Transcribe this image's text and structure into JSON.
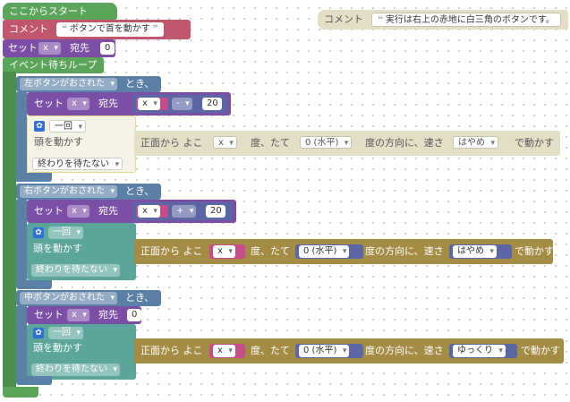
{
  "start_label": "ここからスタート",
  "comment_block": {
    "label": "コメント",
    "text": "ボタンで首を動かす"
  },
  "set_block": {
    "set": "セット",
    "var": "x",
    "to": "宛先",
    "value": "0"
  },
  "loop_label": "イベント待ちループ",
  "top_comment": {
    "label": "コメント",
    "text": "実行は右上の赤地に白三角のボタンです。"
  },
  "handlers": [
    {
      "event": "左ボタンがおされた",
      "when": "とき、",
      "set": "セット",
      "var": "x",
      "to": "宛先",
      "expr": {
        "var": "x",
        "op": "-",
        "num": "20"
      },
      "repeat": "一回",
      "action": "頭を動かす",
      "wait": "終わりを待たない",
      "move": {
        "front": "正面から よこ",
        "var": "x",
        "deg1": "度、たて",
        "angle": "0 (水平)",
        "deg2": "度の方向に、速さ",
        "speed": "はやめ",
        "end": "で動かす"
      }
    },
    {
      "event": "右ボタンがおされた",
      "when": "とき、",
      "set": "セット",
      "var": "x",
      "to": "宛先",
      "expr": {
        "var": "x",
        "op": "+",
        "num": "20"
      },
      "repeat": "一回",
      "action": "頭を動かす",
      "wait": "終わりを待たない",
      "move": {
        "front": "正面から よこ",
        "var": "x",
        "deg1": "度、たて",
        "angle": "0 (水平)",
        "deg2": "度の方向に、速さ",
        "speed": "はやめ",
        "end": "で動かす"
      }
    },
    {
      "event": "中ボタンがおされた",
      "when": "とき、",
      "set": "セット",
      "var": "x",
      "to": "宛先",
      "value": "0",
      "repeat": "一回",
      "action": "頭を動かす",
      "wait": "終わりを待たない",
      "move": {
        "front": "正面から よこ",
        "var": "x",
        "deg1": "度、たて",
        "angle": "0 (水平)",
        "deg2": "度の方向に、速さ",
        "speed": "ゆっくり",
        "end": "で動かす"
      }
    }
  ]
}
